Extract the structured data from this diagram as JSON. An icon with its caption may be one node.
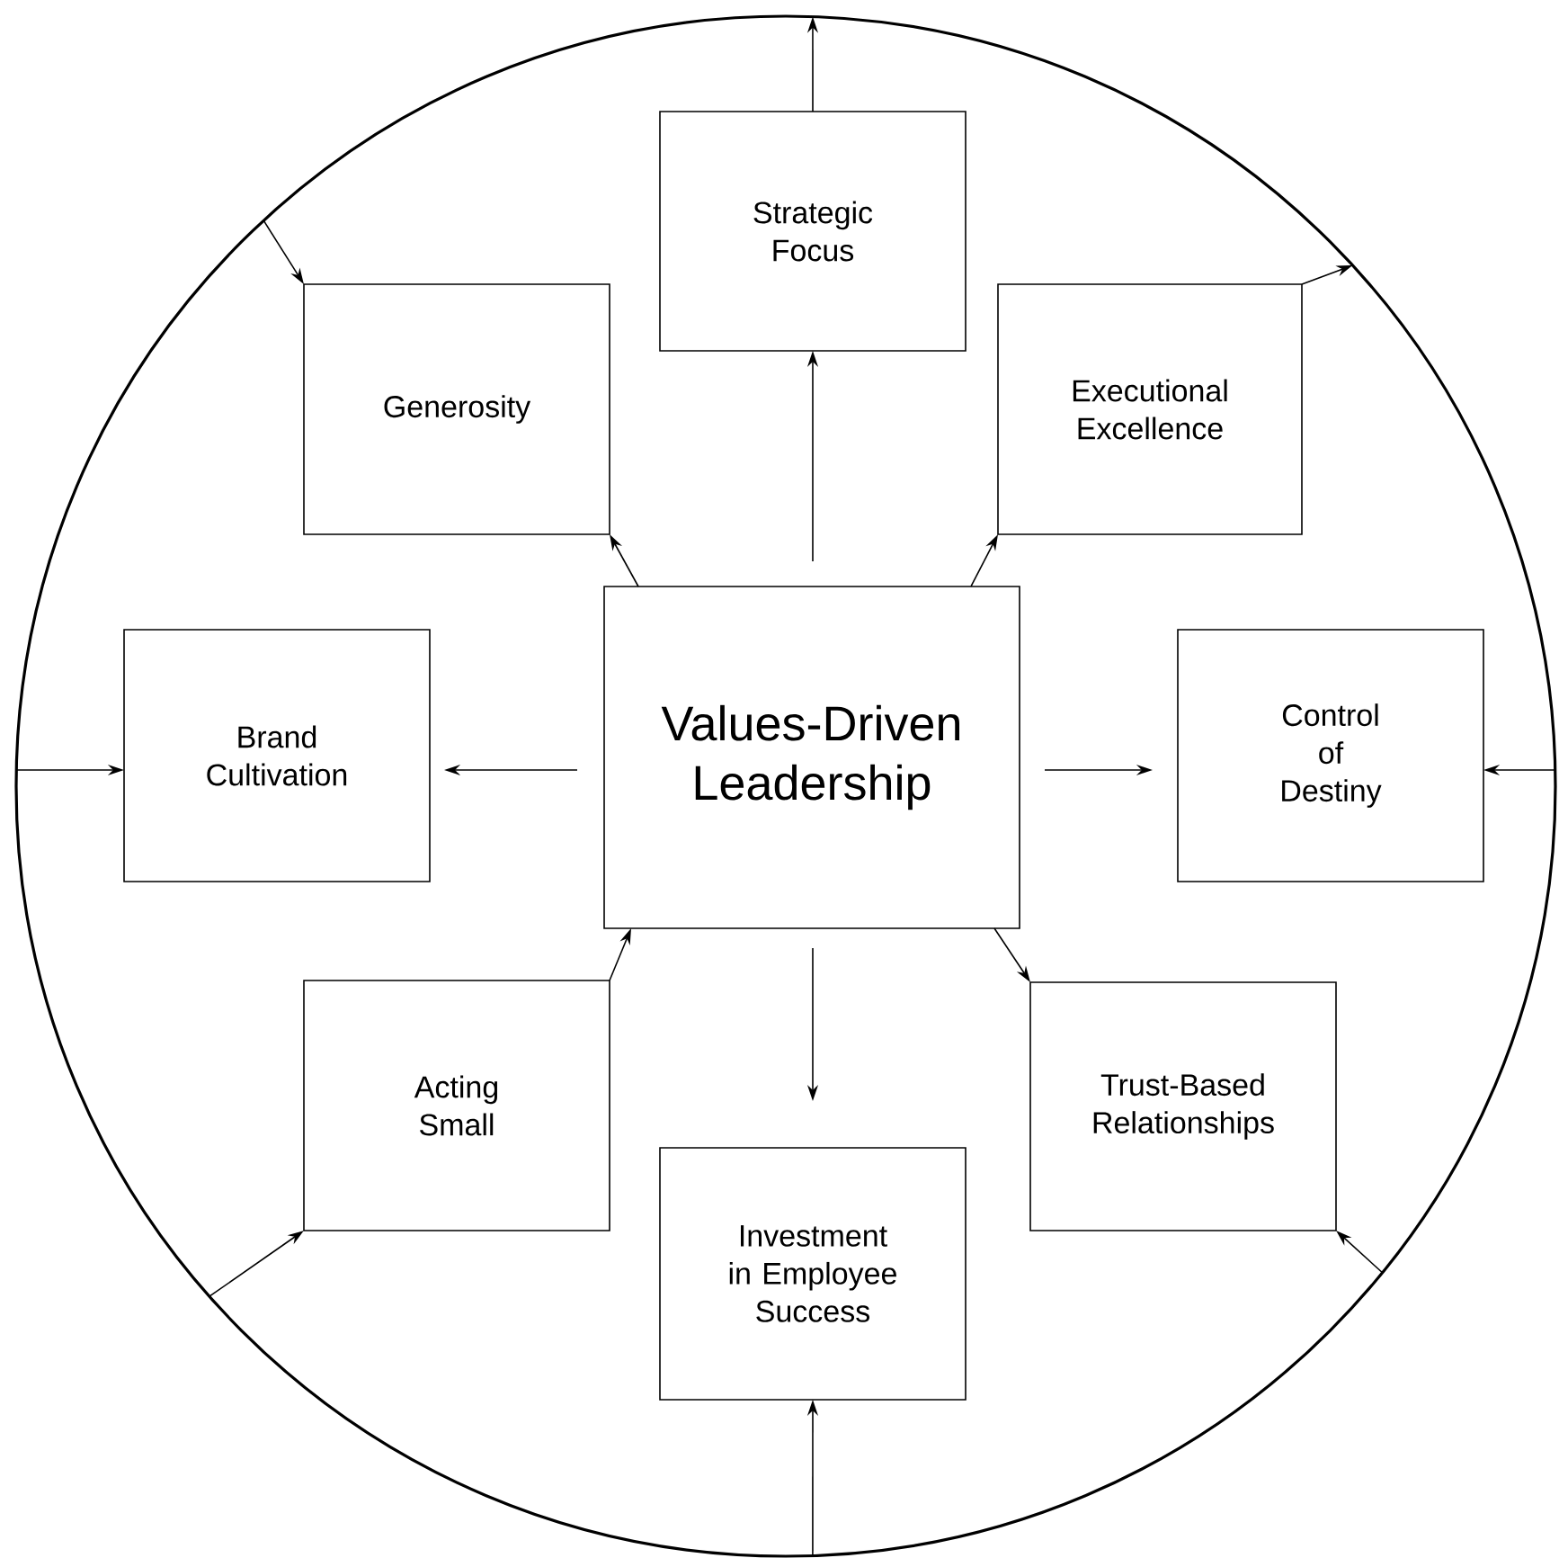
{
  "diagram": {
    "nodes": [
      {
        "text": [],
        "shape": "circle"
      },
      {
        "text": [
          "Strategic Focus"
        ],
        "in": 0
      },
      {
        "text": [
          "Generosity"
        ],
        "in": 0
      },
      {
        "text": [
          "Executional Excellence"
        ],
        "in": 0
      },
      {
        "text": [
          "Brand Cultivation"
        ],
        "in": 0
      },
      {
        "text": [
          "Values-Driven Leadership"
        ],
        "in": 0
      },
      {
        "text": [
          "Control of Destiny"
        ],
        "in": 0
      },
      {
        "text": [
          "Acting Small"
        ],
        "in": 0
      },
      {
        "text": [
          "Trust-Based Relationships"
        ],
        "in": 0
      },
      {
        "text": [
          "Investment in Employee Success"
        ],
        "in": 0
      }
    ],
    "edges": [
      {
        "from": 5,
        "to": 1,
        "arrow": "to"
      },
      {
        "from": 5,
        "to": 2,
        "arrow": "to"
      },
      {
        "from": 5,
        "to": 3,
        "arrow": "to"
      },
      {
        "from": 5,
        "to": 4,
        "arrow": "to"
      },
      {
        "from": 5,
        "to": 6,
        "arrow": "to"
      },
      {
        "from": 7,
        "to": 5,
        "arrow": "to"
      },
      {
        "from": 5,
        "to": 8,
        "arrow": "to"
      },
      {
        "from": 5,
        "to": 9,
        "arrow": "to"
      },
      {
        "from": 1,
        "to": 0,
        "arrow": "to"
      },
      {
        "from": 3,
        "to": 0,
        "arrow": "to"
      },
      {
        "from": 0,
        "to": 2,
        "arrow": "to"
      },
      {
        "from": 0,
        "to": 4,
        "arrow": "to"
      },
      {
        "from": 0,
        "to": 6,
        "arrow": "to"
      },
      {
        "from": 0,
        "to": 9,
        "arrow": "to"
      },
      {
        "from": 0,
        "to": 8,
        "arrow": "to"
      },
      {
        "from": 0,
        "to": 7,
        "arrow": "to"
      }
    ]
  }
}
